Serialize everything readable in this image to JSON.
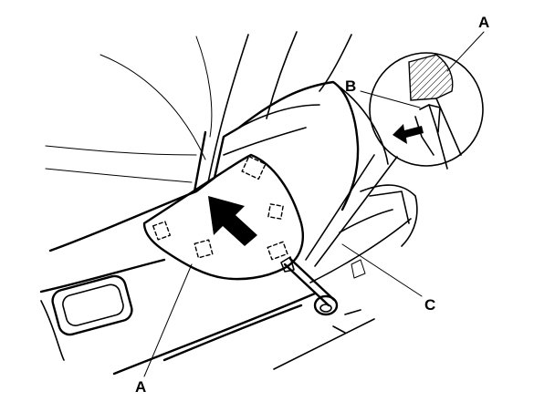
{
  "callouts": {
    "a_top": "A",
    "b": "B",
    "c": "C",
    "a_bottom": "A"
  },
  "colors": {
    "stroke": "#000000",
    "background": "#ffffff"
  }
}
